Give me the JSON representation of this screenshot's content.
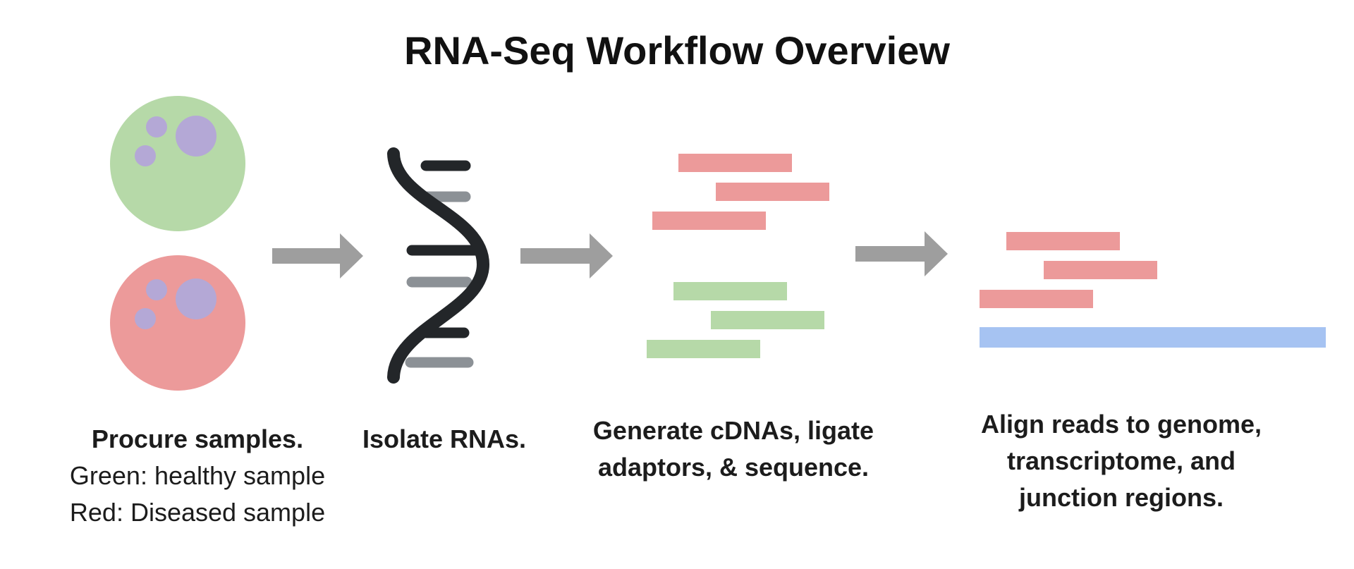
{
  "title": "RNA-Seq Workflow Overview",
  "colors": {
    "healthy_cell": "#b6d9a8",
    "diseased_cell": "#ec9a9a",
    "nucleus": "#b4a8d6",
    "arrow": "#9e9e9e",
    "helix_dark": "#232629",
    "helix_light": "#8c9196",
    "read_red": "#ec9a9a",
    "read_green": "#b6d9a8",
    "genome": "#a6c3f2"
  },
  "steps": [
    {
      "lines": [
        {
          "text": "Procure samples.",
          "bold": true
        },
        {
          "text": "Green: healthy sample",
          "bold": false
        },
        {
          "text": "Red: Diseased sample",
          "bold": false
        }
      ]
    },
    {
      "lines": [
        {
          "text": "Isolate RNAs.",
          "bold": true
        }
      ]
    },
    {
      "lines": [
        {
          "text": "Generate cDNAs, ligate",
          "bold": true
        },
        {
          "text": "adaptors, & sequence.",
          "bold": true
        }
      ]
    },
    {
      "lines": [
        {
          "text": "Align reads to genome,",
          "bold": true
        },
        {
          "text": "transcriptome, and",
          "bold": true
        },
        {
          "text": "junction regions.",
          "bold": true
        }
      ]
    }
  ]
}
